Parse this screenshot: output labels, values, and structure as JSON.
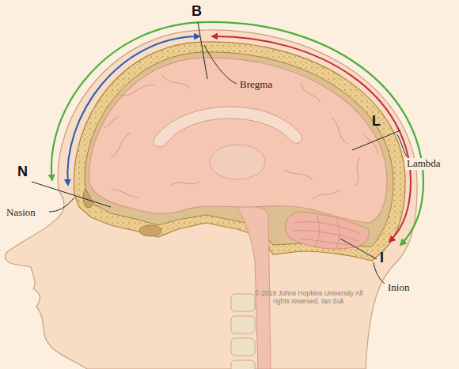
{
  "diagram": {
    "labels": [
      "B",
      "Bregma",
      "L",
      "Lambda",
      "N",
      "Nasion",
      "I",
      "Inion",
      "© 2019 Johns Hopkins University All rights reserved. Ian Suk"
    ]
  }
}
